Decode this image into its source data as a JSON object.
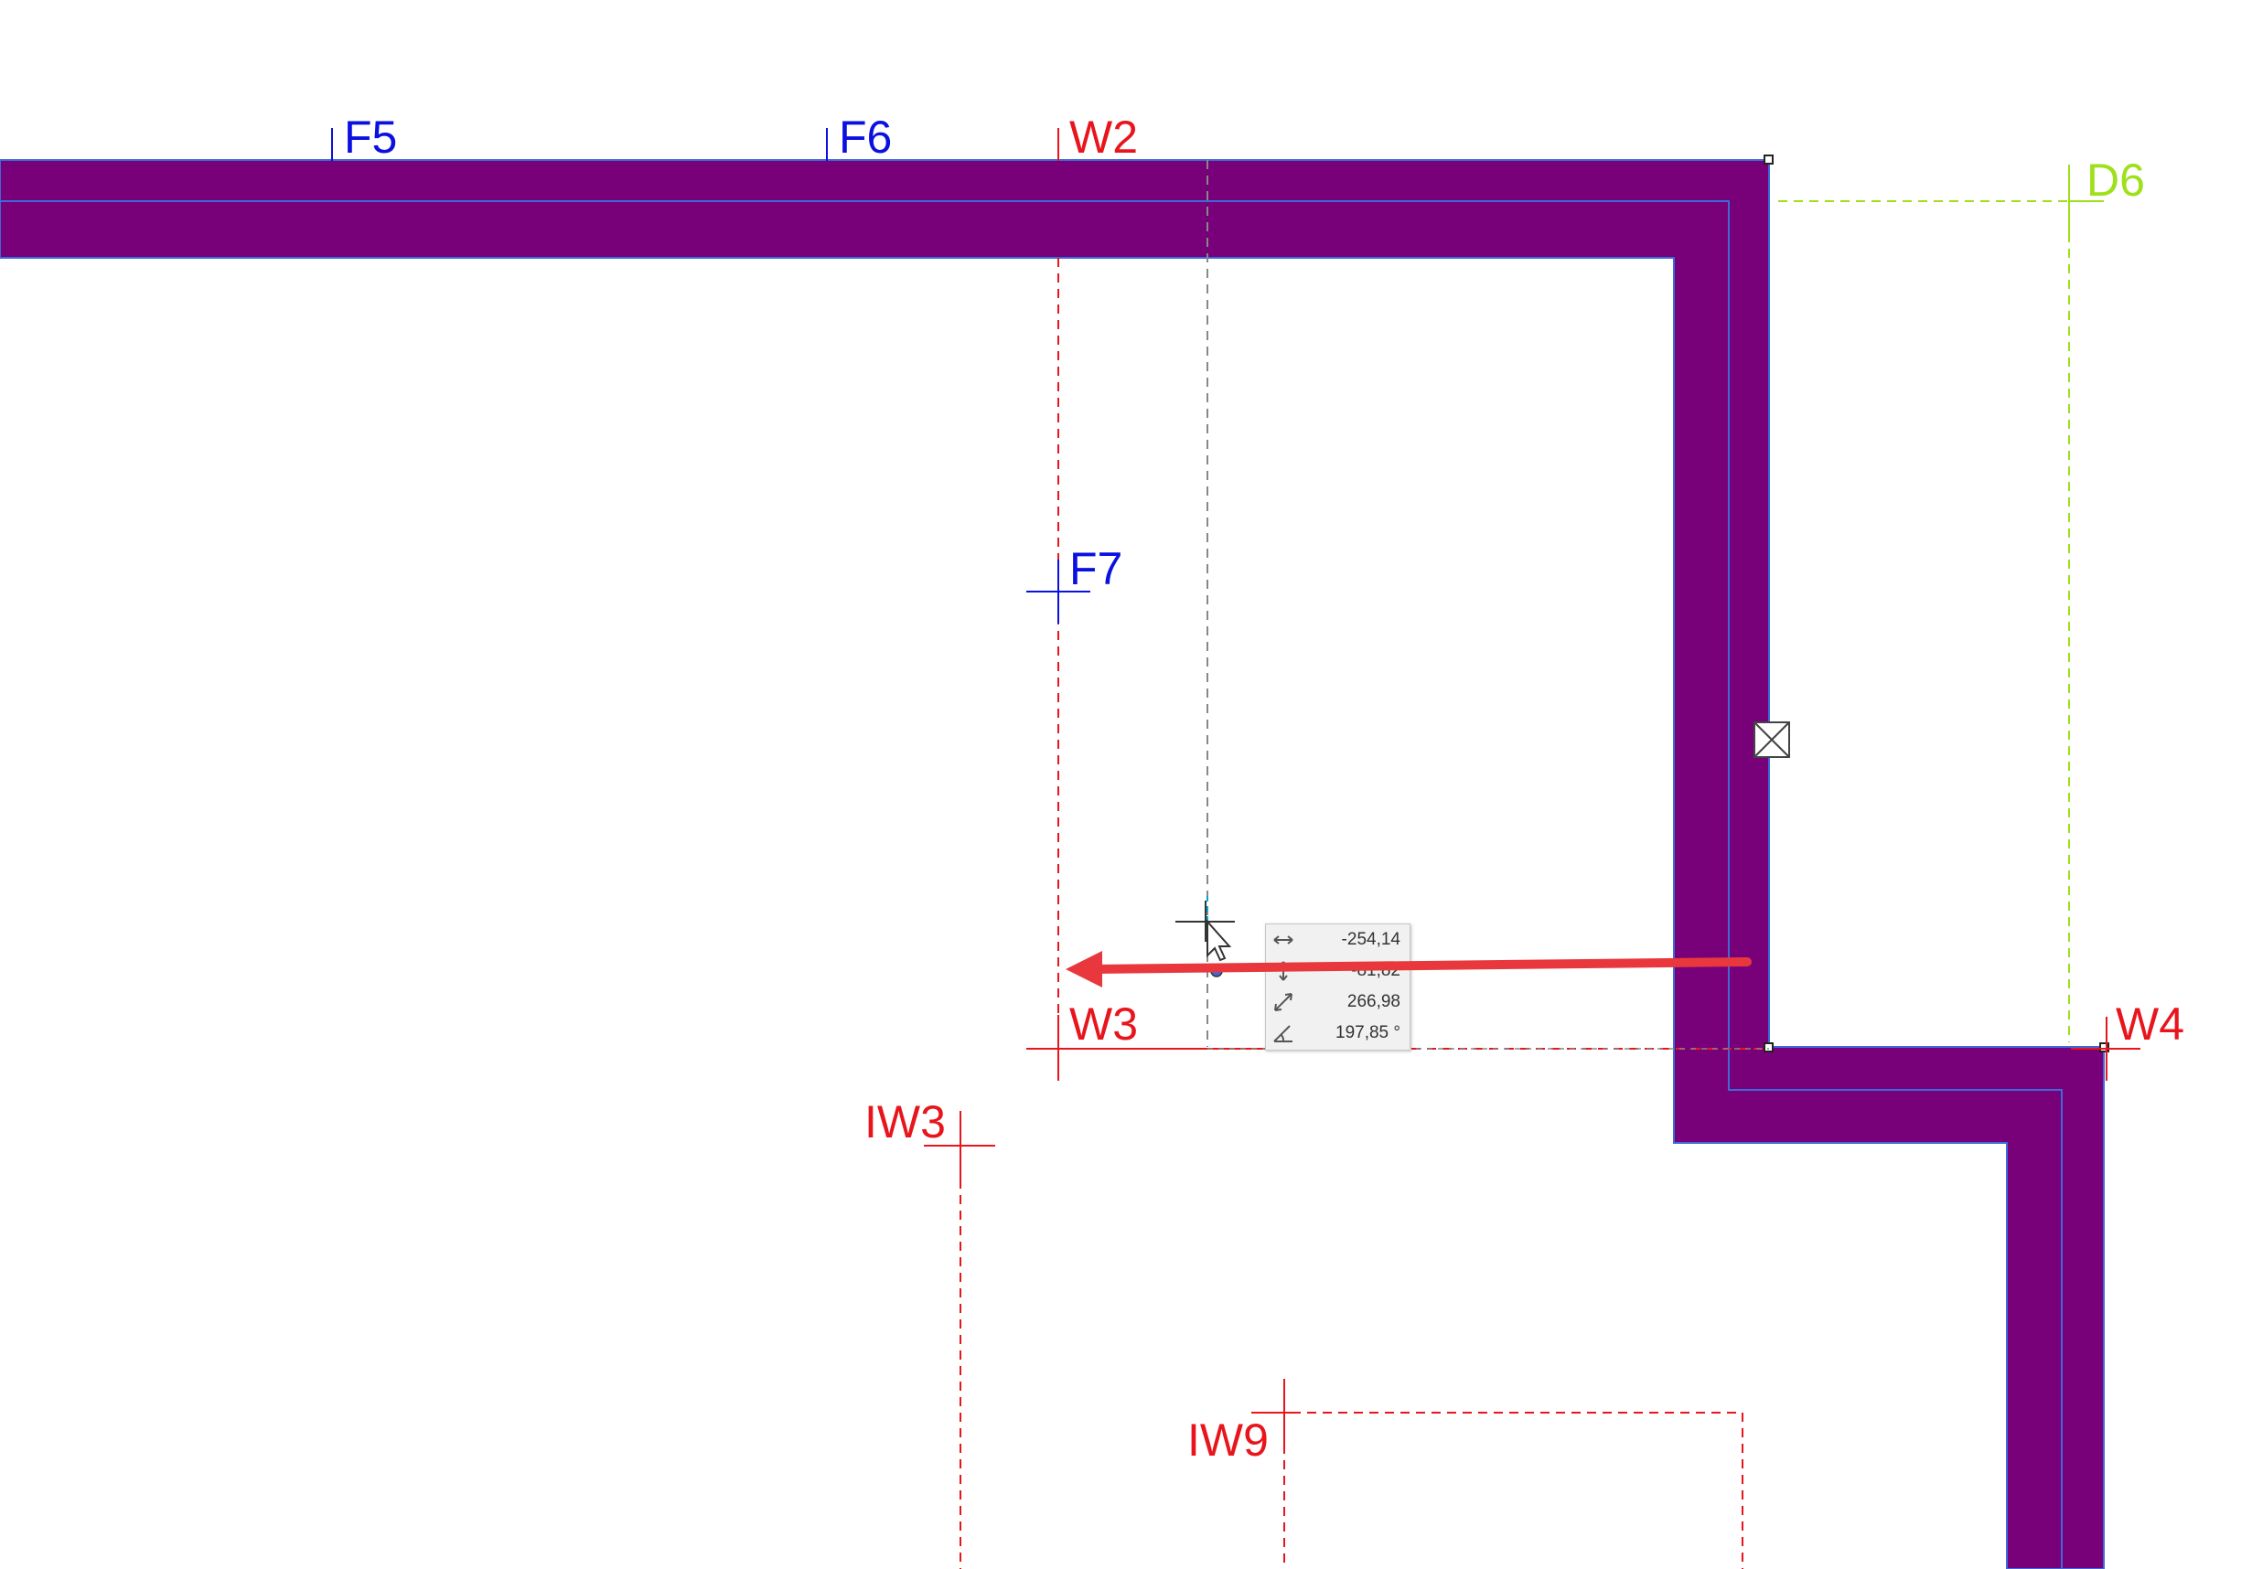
{
  "labels": {
    "f5": "F5",
    "f6": "F6",
    "w2": "W2",
    "d6": "D6",
    "f7": "F7",
    "w3": "W3",
    "w4": "W4",
    "iw3": "IW3",
    "iw9": "IW9"
  },
  "tooltip": {
    "dx": "-254,14",
    "dy": "-81,82",
    "distance": "266,98",
    "angle": "197,85 °",
    "icons": [
      "horizontal-arrow-icon",
      "vertical-arrow-icon",
      "diagonal-arrow-icon",
      "angle-icon"
    ]
  },
  "colors": {
    "wall": "#780078",
    "axis_blue": "#0a10e0",
    "axis_red": "#e8151c",
    "axis_green": "#9ee01a",
    "annotation_arrow": "#e8383d",
    "background": "#ffffff"
  }
}
